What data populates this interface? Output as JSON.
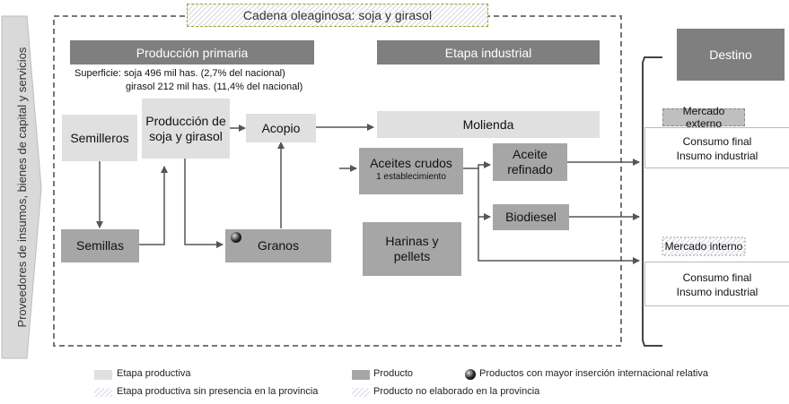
{
  "left_bar": {
    "label": "Proveedores de insumos, bienes de capital y servicios"
  },
  "chain_title": "Cadena oleaginosa: soja y girasol",
  "headers": {
    "primary": "Producción primaria",
    "industrial": "Etapa industrial",
    "destination": "Destino"
  },
  "surface": {
    "line1": "Superficie: soja 496 mil has. (2,7% del nacional)",
    "line2": "girasol 212 mil has. (11,4% del nacional)"
  },
  "nodes": {
    "semilleros": "Semilleros",
    "produccion": "Producción de soja y girasol",
    "acopio": "Acopio",
    "molienda": "Molienda",
    "semillas": "Semillas",
    "granos": "Granos",
    "aceites_crudos": "Aceites crudos",
    "aceites_crudos_sub": "1 establecimiento",
    "aceite_refinado": "Aceite refinado",
    "biodiesel": "Biodiesel",
    "harinas": "Harinas y pellets"
  },
  "destinations": {
    "externo": {
      "title": "Mercado externo",
      "line1": "Consumo final",
      "line2": "Insumo industrial"
    },
    "interno": {
      "title": "Mercado interno",
      "line1": "Consumo final",
      "line2": "Insumo industrial"
    }
  },
  "legend": {
    "etapa_productiva": "Etapa productiva",
    "producto": "Producto",
    "mayor_insercion": "Productos con mayor inserción internacional relativa",
    "etapa_sin_presencia": "Etapa productiva sin presencia en la provincia",
    "producto_no_elaborado": "Producto no elaborado en la provincia"
  },
  "colors": {
    "stage_fill": "#e0e0e0",
    "product_fill": "#a6a6a6",
    "header_fill": "#7f7f7f",
    "line": "#555555"
  }
}
